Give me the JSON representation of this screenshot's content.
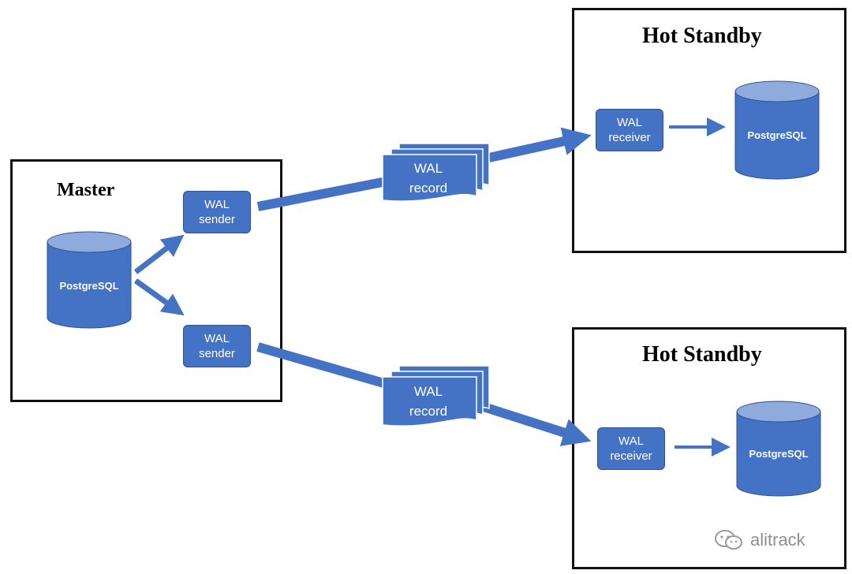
{
  "master": {
    "title": "Master",
    "db_label": "PostgreSQL",
    "sender_1": [
      "WAL",
      "sender"
    ],
    "sender_2": [
      "WAL",
      "sender"
    ]
  },
  "standby_1": {
    "title": "Hot Standby",
    "receiver": [
      "WAL",
      "receiver"
    ],
    "db_label": "PostgreSQL"
  },
  "standby_2": {
    "title": "Hot Standby",
    "receiver": [
      "WAL",
      "receiver"
    ],
    "db_label": "PostgreSQL"
  },
  "wal_record_1": [
    "WAL",
    "record"
  ],
  "wal_record_2": [
    "WAL",
    "record"
  ],
  "watermark": {
    "text": "alitrack",
    "icon": "wechat-icon"
  },
  "colors": {
    "shape_fill": "#4472c4",
    "shape_stroke": "#2f528f",
    "cylinder_top": "#8faadc",
    "frame": "#111111"
  }
}
